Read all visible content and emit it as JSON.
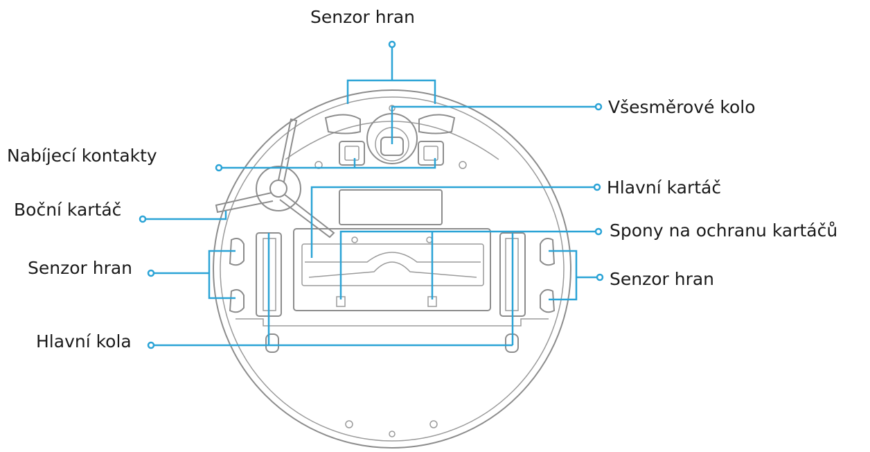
{
  "diagram": {
    "accent_color": "#2aa3d6",
    "outline_color": "#8c8c8c",
    "labels": {
      "senzor_hran_top": "Senzor hran",
      "vsesmerove_kolo": "Všesměrové kolo",
      "nabijeci_kontakty": "Nabíjecí kontakty",
      "hlavni_kartac": "Hlavní kartáč",
      "bocni_kartac": "Boční kartáč",
      "spony": "Spony na ochranu kartáčů",
      "senzor_hran_left": "Senzor hran",
      "senzor_hran_right": "Senzor hran",
      "hlavni_kola": "Hlavní kola"
    }
  }
}
